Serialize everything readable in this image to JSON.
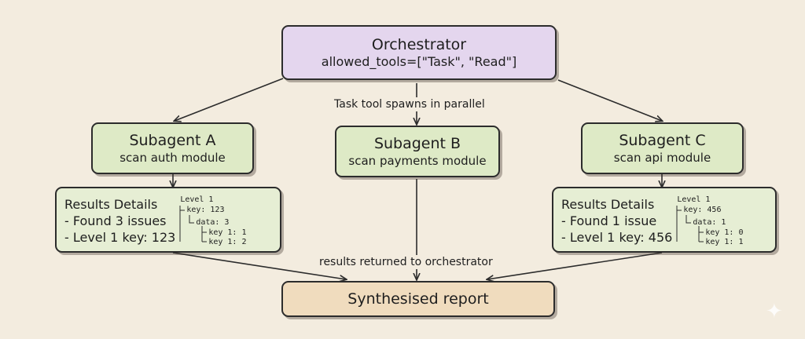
{
  "orchestrator": {
    "title": "Orchestrator",
    "subtitle": "allowed_tools=[\"Task\", \"Read\"]"
  },
  "spawn_label": "Task tool spawns in parallel",
  "subagents": [
    {
      "title": "Subagent A",
      "subtitle": "scan auth module"
    },
    {
      "title": "Subagent B",
      "subtitle": "scan payments module"
    },
    {
      "title": "Subagent C",
      "subtitle": "scan api module"
    }
  ],
  "results": [
    {
      "heading": "Results Details",
      "line1": "- Found 3 issues",
      "line2": "- Level 1 key: 123",
      "tree": [
        "Level 1",
        "key: 123",
        "data: 3",
        "key 1: 1",
        "key 1: 2"
      ]
    },
    {
      "heading": "Results Details",
      "line1": "- Found 1 issue",
      "line2": "- Level 1 key: 456",
      "tree": [
        "Level 1",
        "key: 456",
        "data: 1",
        "key 1: 0",
        "key 1: 1"
      ]
    }
  ],
  "return_label": "results returned to orchestrator",
  "report": {
    "title": "Synthesised report"
  },
  "colors": {
    "orchestrator": "#e4d6ee",
    "subagent": "#deeac6",
    "results": "#e6eed4",
    "report": "#f0dcbe",
    "line": "#2c2c2c"
  },
  "icons": {
    "corner": "sparkle-icon"
  }
}
